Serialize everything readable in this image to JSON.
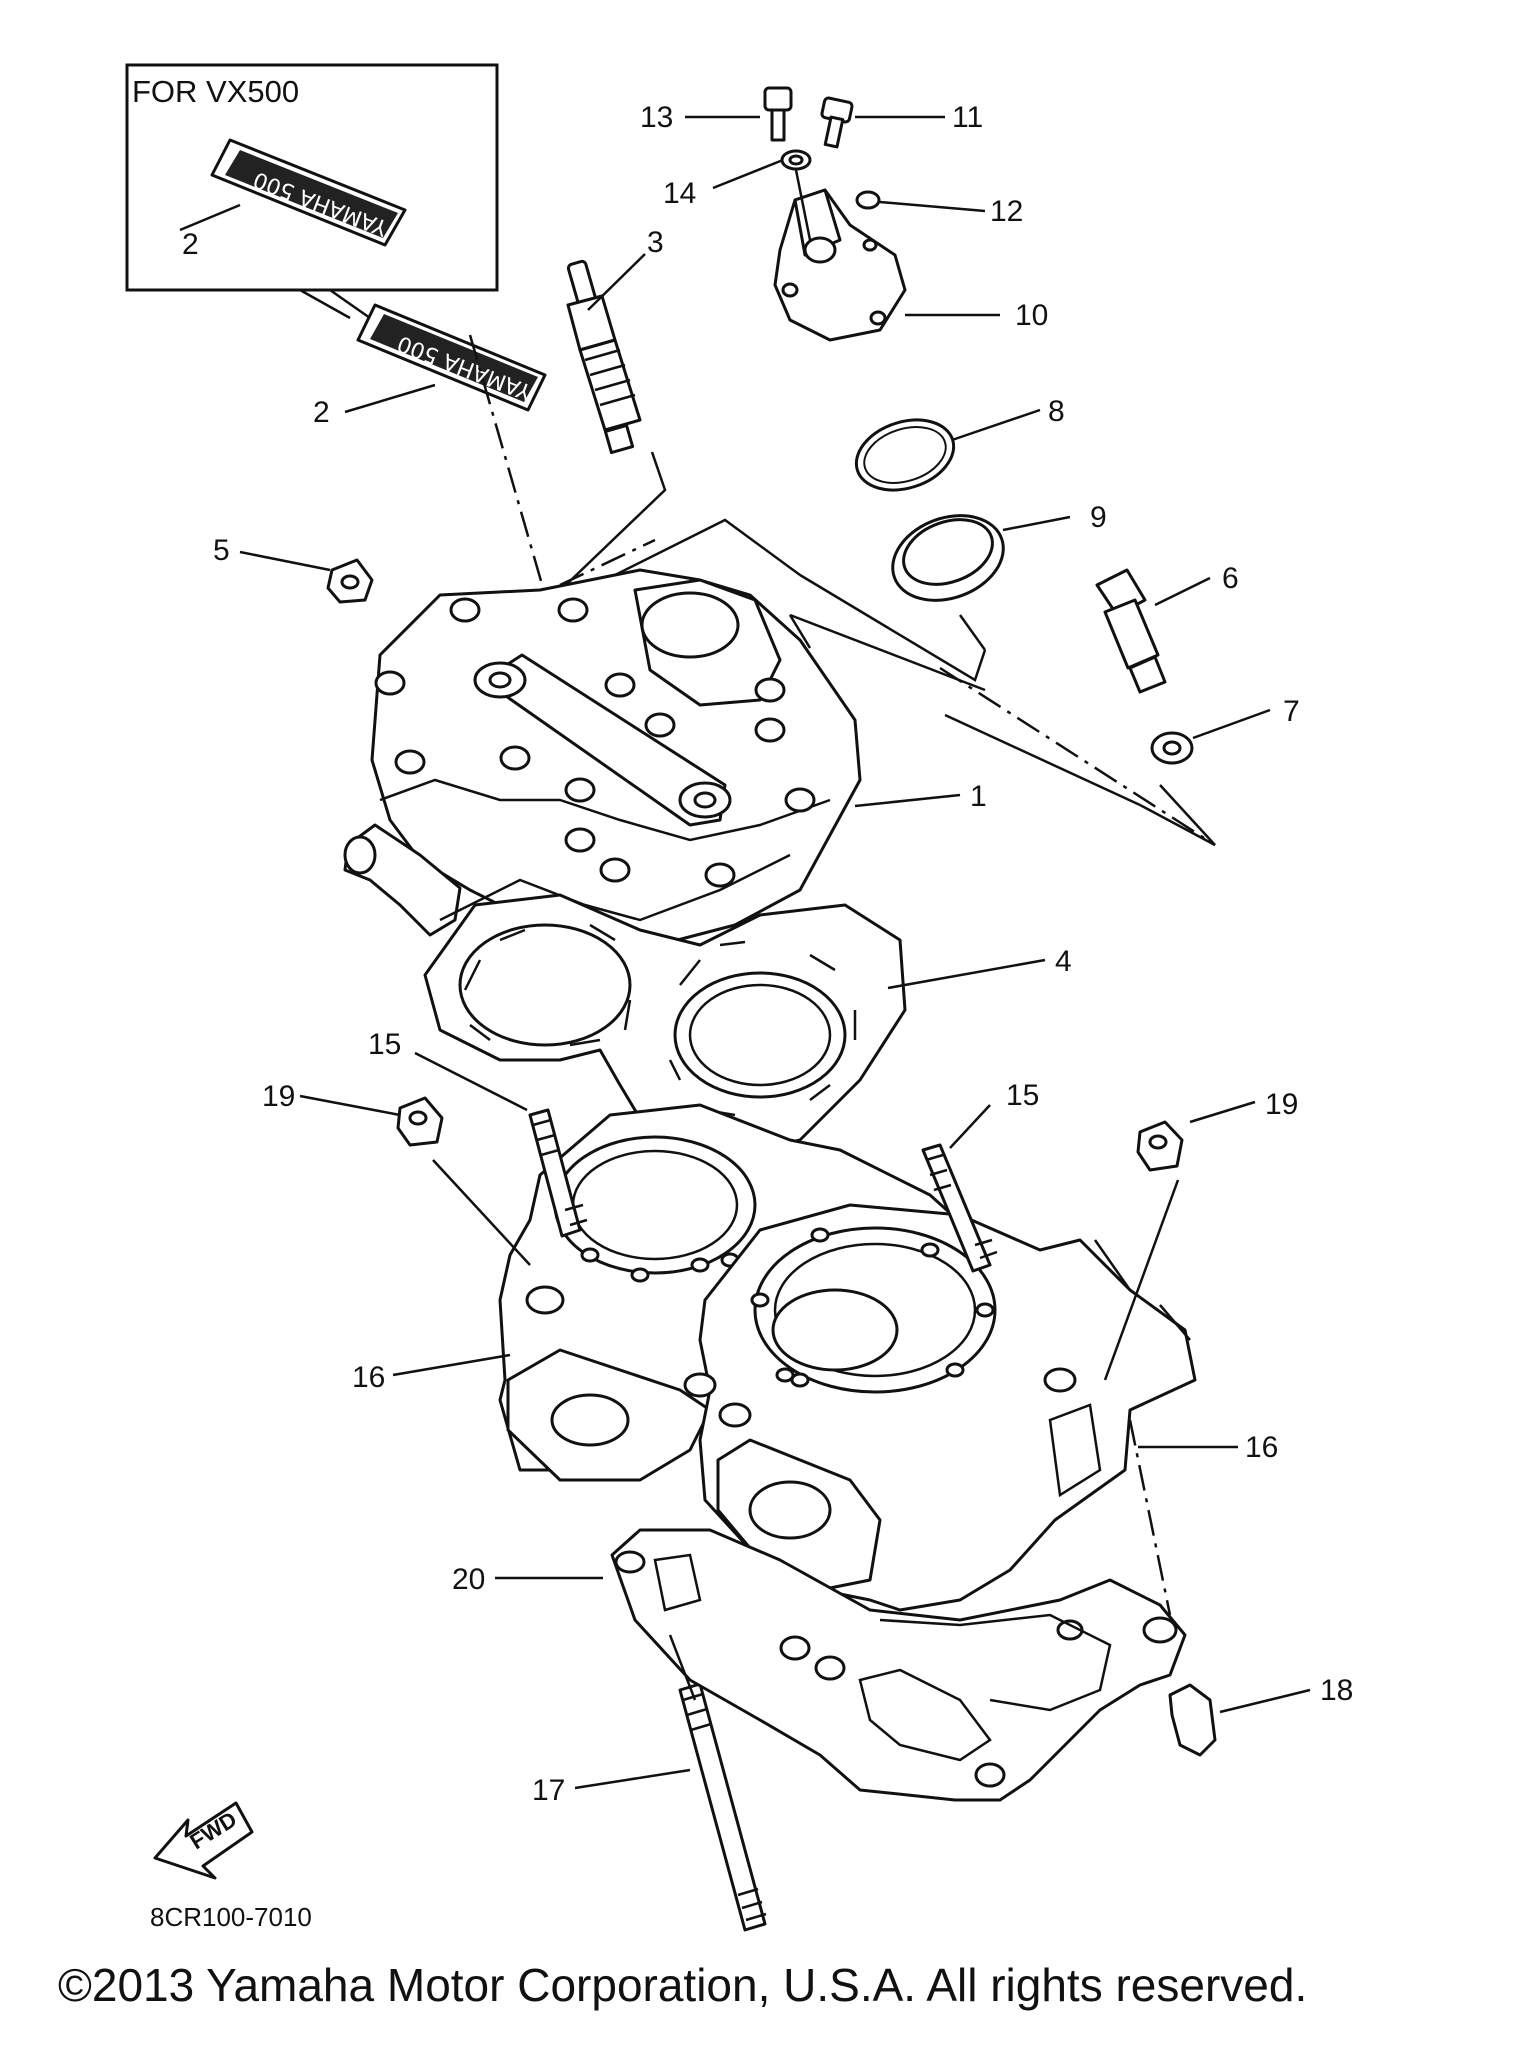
{
  "inset": {
    "title": "FOR VX500"
  },
  "decal_text": "YAMAHA 500",
  "callouts": [
    {
      "id": "c13",
      "label": "13"
    },
    {
      "id": "c11",
      "label": "11"
    },
    {
      "id": "c14",
      "label": "14"
    },
    {
      "id": "c12",
      "label": "12"
    },
    {
      "id": "c3",
      "label": "3"
    },
    {
      "id": "c10",
      "label": "10"
    },
    {
      "id": "c2a",
      "label": "2"
    },
    {
      "id": "c2b",
      "label": "2"
    },
    {
      "id": "c8",
      "label": "8"
    },
    {
      "id": "c9",
      "label": "9"
    },
    {
      "id": "c5",
      "label": "5"
    },
    {
      "id": "c6",
      "label": "6"
    },
    {
      "id": "c7",
      "label": "7"
    },
    {
      "id": "c1",
      "label": "1"
    },
    {
      "id": "c4",
      "label": "4"
    },
    {
      "id": "c15a",
      "label": "15"
    },
    {
      "id": "c15b",
      "label": "15"
    },
    {
      "id": "c19a",
      "label": "19"
    },
    {
      "id": "c19b",
      "label": "19"
    },
    {
      "id": "c16a",
      "label": "16"
    },
    {
      "id": "c16b",
      "label": "16"
    },
    {
      "id": "c20",
      "label": "20"
    },
    {
      "id": "c18",
      "label": "18"
    },
    {
      "id": "c17",
      "label": "17"
    }
  ],
  "fwd_label": "FWD",
  "diagram_code": "8CR100-7010",
  "copyright": "©2013 Yamaha Motor Corporation, U.S.A. All rights reserved."
}
